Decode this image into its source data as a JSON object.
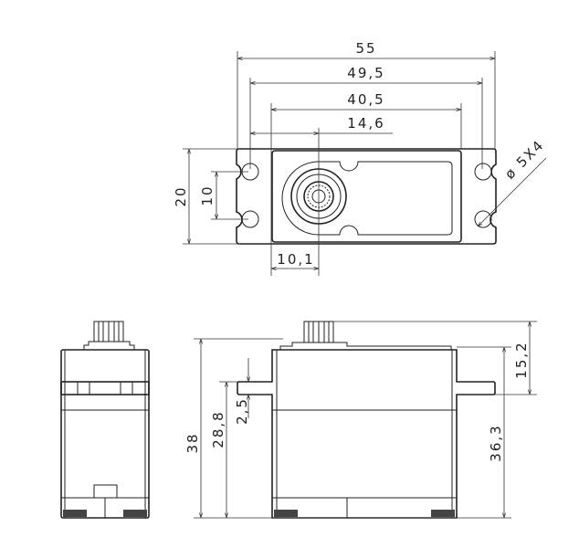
{
  "title": "Servo dimension drawing",
  "top_view": {
    "dims": {
      "overall_length": "55",
      "hole_spacing_length": "49,5",
      "case_length": "40,5",
      "shaft_from_hole": "14,6",
      "shaft_from_case": "10,1",
      "width": "20",
      "hole_spacing_width": "10",
      "hole_spec": "ø 5X4"
    }
  },
  "side_view": {
    "dims": {
      "overall_height": "38",
      "flange_height": "28,8",
      "flange_thickness": "2,5",
      "above_flange": "15,2",
      "case_height": "36,3"
    }
  }
}
